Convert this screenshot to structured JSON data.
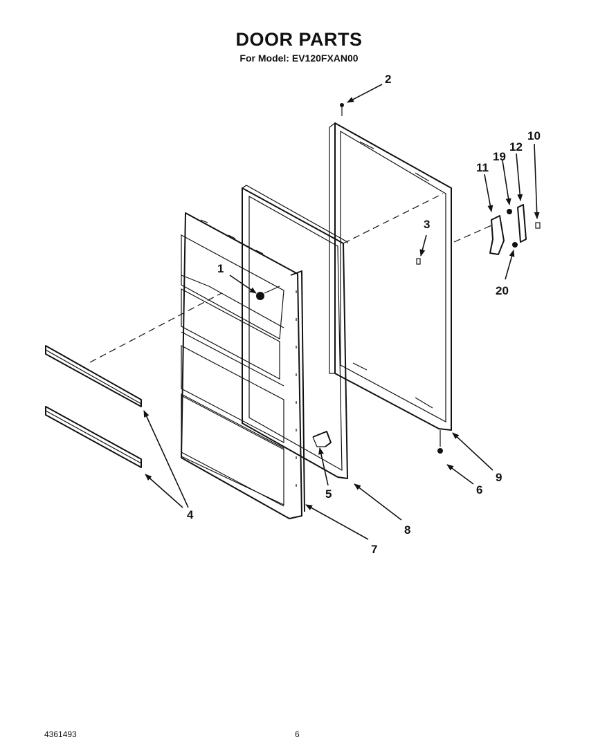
{
  "header": {
    "title": "DOOR PARTS",
    "subtitle": "For Model: EV120FXAN00"
  },
  "footer": {
    "doc_number": "4361493",
    "page_number": "6"
  },
  "callouts": [
    "1",
    "2",
    "3",
    "4",
    "5",
    "6",
    "7",
    "8",
    "9",
    "10",
    "11",
    "12",
    "19",
    "20"
  ]
}
